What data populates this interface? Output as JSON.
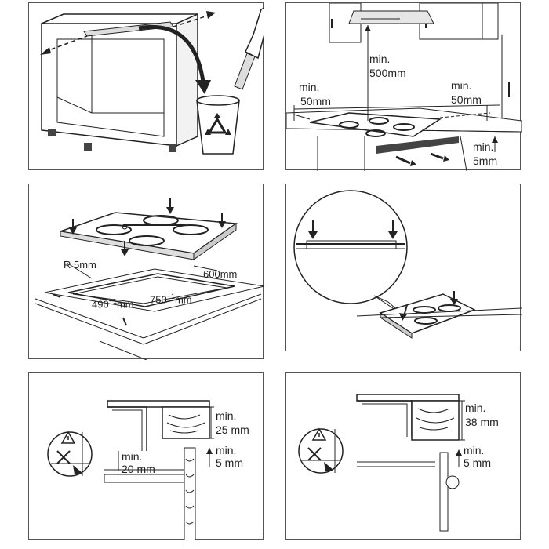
{
  "panel1": {},
  "panel2": {
    "hood_gap_min": "min.",
    "hood_gap_value": "500mm",
    "left_gap_min": "min.",
    "left_gap_value": "50mm",
    "right_gap_min": "min.",
    "right_gap_value": "50mm",
    "bottom_gap_min": "min.",
    "bottom_gap_value": "5mm"
  },
  "panel3": {
    "radius": "R 5mm",
    "depth": "600mm",
    "cut_width_value": "490",
    "cut_width_tol": "+1",
    "cut_width_unit": "mm",
    "cut_length_value": "750",
    "cut_length_tol": "+1",
    "cut_length_unit": "mm"
  },
  "panel4": {},
  "panel5": {
    "top_min": "min.",
    "top_value": "25 mm",
    "side_min": "min.",
    "side_value": "5 mm",
    "bottom_min": "min.",
    "bottom_value": "20 mm"
  },
  "panel6": {
    "top_min": "min.",
    "top_value": "38 mm",
    "side_min": "min.",
    "side_value": "5 mm"
  },
  "colors": {
    "line": "#222222",
    "frame": "#555555",
    "shade": "#cfcfcf",
    "dark": "#444444"
  }
}
